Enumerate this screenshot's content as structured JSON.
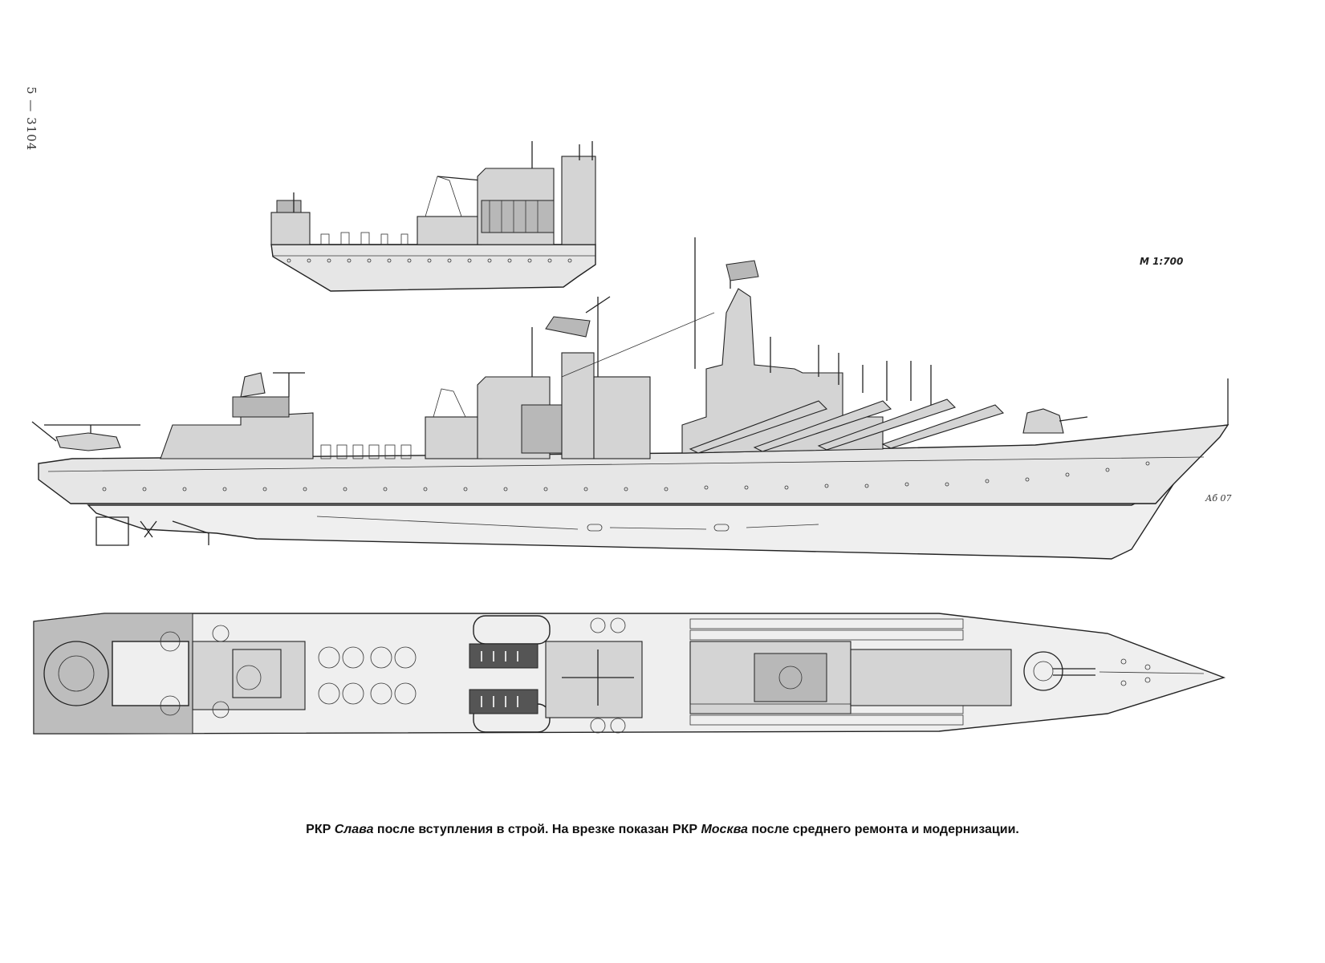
{
  "page_number": "5 — 3104",
  "scale": "М 1:700",
  "signature": "Аб 07",
  "caption": {
    "part1": "РКР ",
    "ship1": "Слава",
    "part2": " после вступления в строй. На врезке показан РКР ",
    "ship2": "Москва",
    "part3": " после среднего ремонта и модернизации."
  },
  "colors": {
    "background": "#ffffff",
    "hull_grey": "#e6e6e6",
    "superstructure_grey": "#d4d4d4",
    "line": "#222222"
  }
}
